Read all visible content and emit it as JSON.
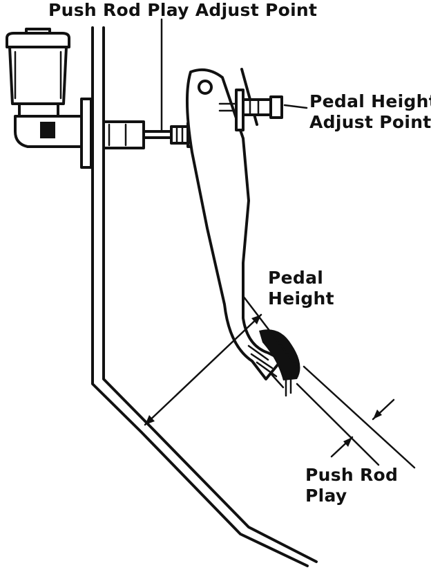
{
  "labels": {
    "push_rod_play_adjust_point": "Push Rod Play Adjust Point",
    "pedal_height_adjust_point_line1": "Pedal Height",
    "pedal_height_adjust_point_line2": "Adjust Point",
    "pedal_height_line1": "Pedal",
    "pedal_height_line2": "Height",
    "push_rod_play_line1": "Push Rod",
    "push_rod_play_line2": "Play"
  },
  "colors": {
    "ink": "#111111",
    "background": "#ffffff"
  }
}
